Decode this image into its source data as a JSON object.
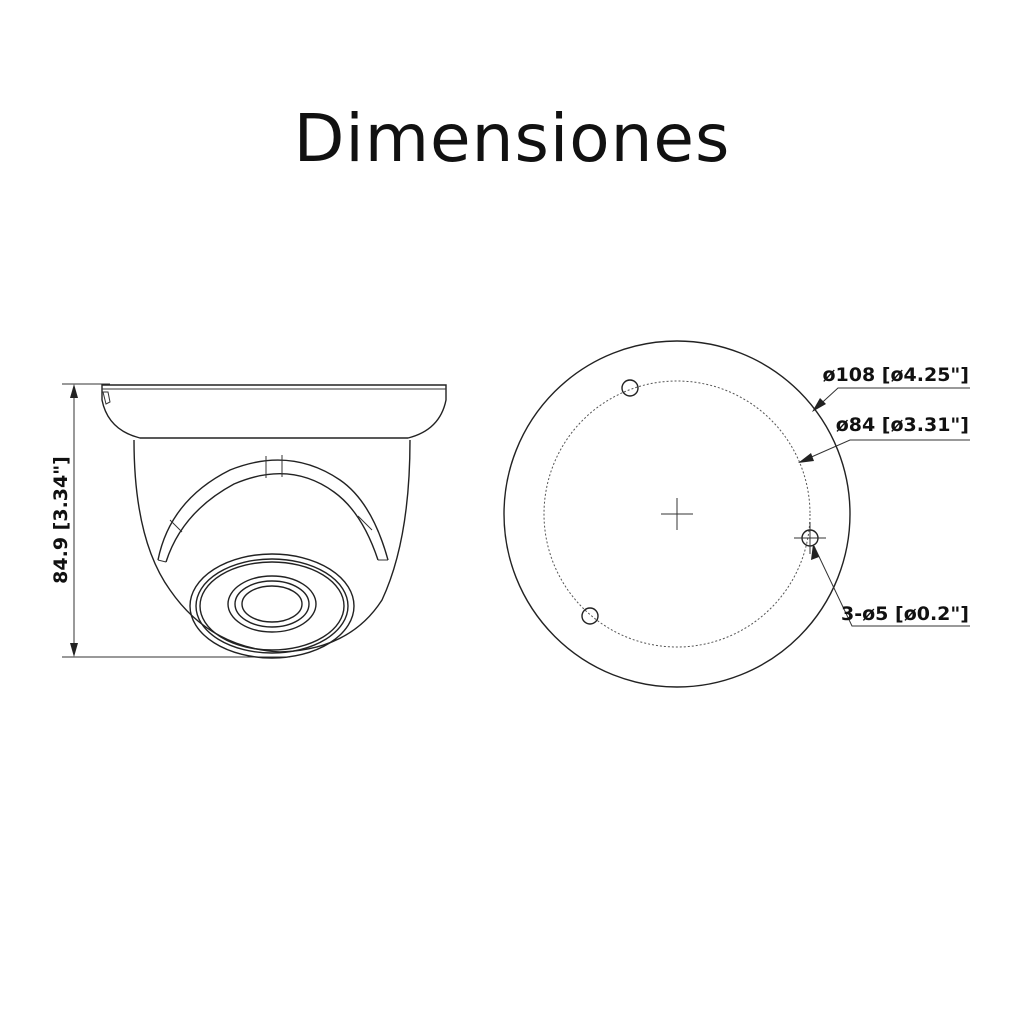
{
  "title": "Dimensiones",
  "labels": {
    "height": "84.9 [3.34\"]",
    "outer_diameter": "ø108 [ø4.25\"]",
    "hole_circle": "ø84 [ø3.31\"]",
    "holes": "3-ø5 [ø0.2\"]"
  },
  "colors": {
    "line": "#222222",
    "text": "#111111",
    "background": "#ffffff"
  }
}
